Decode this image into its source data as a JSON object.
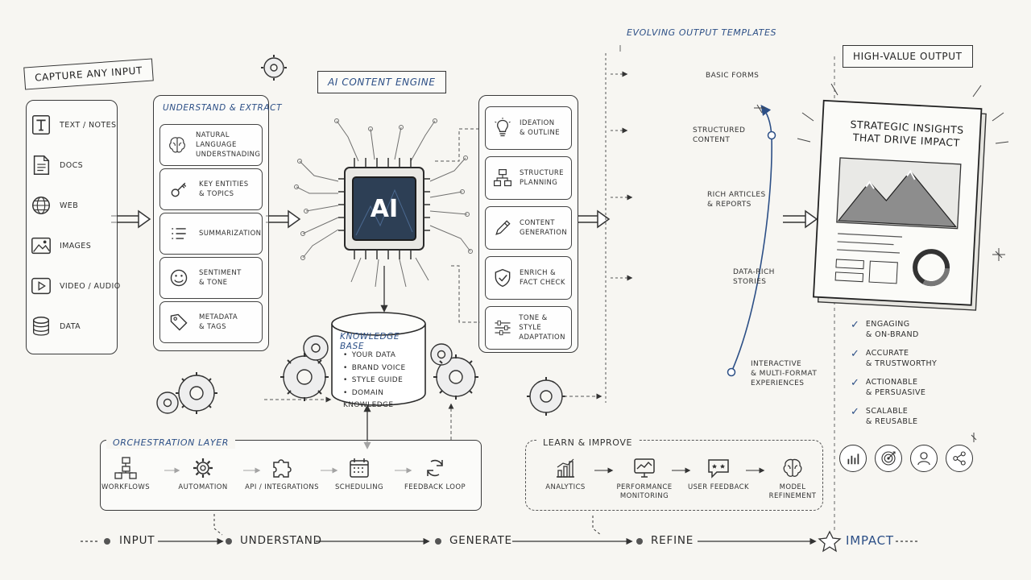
{
  "capture": {
    "title": "CAPTURE ANY INPUT",
    "items": [
      {
        "label": "TEXT / NOTES",
        "icon": "text-icon"
      },
      {
        "label": "DOCS",
        "icon": "document-icon"
      },
      {
        "label": "WEB",
        "icon": "globe-icon"
      },
      {
        "label": "IMAGES",
        "icon": "image-icon"
      },
      {
        "label": "VIDEO / AUDIO",
        "icon": "video-icon"
      },
      {
        "label": "DATA",
        "icon": "database-icon"
      }
    ]
  },
  "understand": {
    "title": "UNDERSTAND & EXTRACT",
    "items": [
      {
        "label": "NATURAL LANGUAGE\nUNDERSTNADING",
        "icon": "brain-icon"
      },
      {
        "label": "KEY ENTITIES\n& TOPICS",
        "icon": "key-icon"
      },
      {
        "label": "SUMMARIZATION",
        "icon": "list-icon"
      },
      {
        "label": "SENTIMENT\n& TONE",
        "icon": "smiley-icon"
      },
      {
        "label": "METADATA\n& TAGS",
        "icon": "tag-icon"
      }
    ]
  },
  "engine": {
    "title": "AI CONTENT ENGINE",
    "chip_text": "AI"
  },
  "knowledge": {
    "title": "KNOWLEDGE BASE",
    "items": [
      "YOUR DATA",
      "BRAND VOICE",
      "STYLE GUIDE",
      "DOMAIN KNOWLEDGE"
    ]
  },
  "generate": {
    "items": [
      {
        "label": "IDEATION\n& OUTLINE",
        "icon": "lightbulb-icon"
      },
      {
        "label": "STRUCTURE\nPLANNING",
        "icon": "flowchart-icon"
      },
      {
        "label": "CONTENT\nGENERATION",
        "icon": "pencil-icon"
      },
      {
        "label": "ENRICH &\nFACT CHECK",
        "icon": "shield-check-icon"
      },
      {
        "label": "TONE & STYLE\nADAPTATION",
        "icon": "sliders-icon"
      }
    ]
  },
  "templates": {
    "title": "EVOLVING OUTPUT TEMPLATES",
    "items": [
      {
        "label": "BASIC FORMS"
      },
      {
        "label": "STRUCTURED\nCONTENT"
      },
      {
        "label": "RICH ARTICLES\n& REPORTS"
      },
      {
        "label": "DATA-RICH\nSTORIES"
      },
      {
        "label": "INTERACTIVE\n& MULTI-FORMAT\nEXPERIENCES"
      }
    ]
  },
  "output": {
    "title": "HIGH-VALUE OUTPUT",
    "book_title": "STRATEGIC INSIGHTS\nTHAT DRIVE IMPACT",
    "benefits": [
      "ENGAGING\n& ON-BRAND",
      "ACCURATE\n& TRUSTWORTHY",
      "ACTIONABLE\n& PERSUASIVE",
      "SCALABLE\n& REUSABLE"
    ],
    "icons": [
      "bar-chart-icon",
      "target-icon",
      "user-icon",
      "share-icon"
    ]
  },
  "orchestration": {
    "title": "ORCHESTRATION LAYER",
    "items": [
      {
        "label": "WORKFLOWS",
        "icon": "workflow-icon"
      },
      {
        "label": "AUTOMATION",
        "icon": "gear-icon"
      },
      {
        "label": "API / INTEGRATIONS",
        "icon": "puzzle-icon"
      },
      {
        "label": "SCHEDULING",
        "icon": "calendar-icon"
      },
      {
        "label": "FEEDBACK LOOP",
        "icon": "refresh-icon"
      }
    ]
  },
  "learn": {
    "title": "LEARN & IMPROVE",
    "items": [
      {
        "label": "ANALYTICS",
        "icon": "analytics-icon"
      },
      {
        "label": "PERFORMANCE\nMONITORING",
        "icon": "monitor-icon"
      },
      {
        "label": "USER FEEDBACK",
        "icon": "feedback-icon"
      },
      {
        "label": "MODEL\nREFINEMENT",
        "icon": "brain-icon"
      }
    ]
  },
  "timeline": {
    "steps": [
      "INPUT",
      "UNDERSTAND",
      "GENERATE",
      "REFINE",
      "IMPACT"
    ]
  },
  "colors": {
    "accent": "#2c4f86",
    "ink": "#2b2b2b",
    "paper": "#f7f6f2"
  }
}
